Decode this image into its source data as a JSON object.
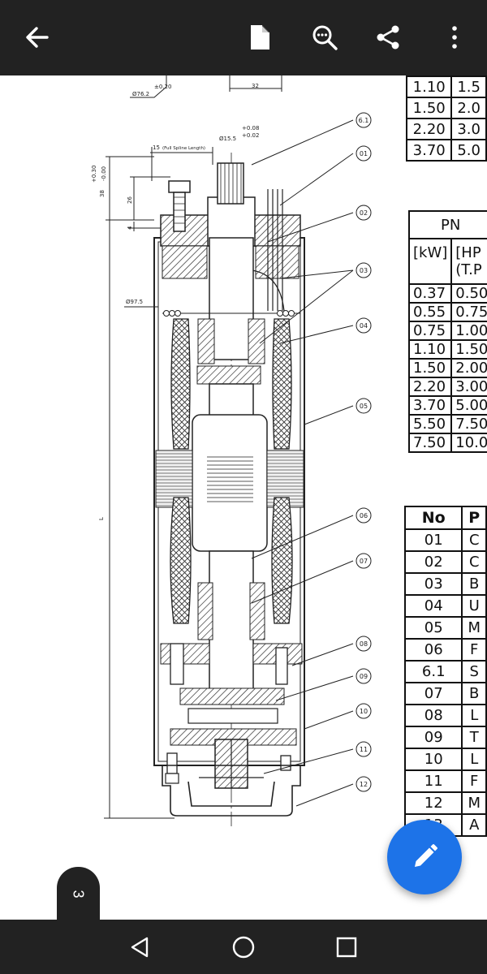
{
  "toolbar": {
    "back_icon": "arrow-left-icon",
    "document_icon": "document-icon",
    "zoom_icon": "zoom-search-icon",
    "share_icon": "share-icon",
    "more_icon": "more-vertical-icon"
  },
  "drawing": {
    "dims": {
      "tol_top": "±0.20",
      "dia_top": "Ø76.2",
      "dim_32": "32",
      "spline_len": "15",
      "spline_note": "(Full Spline Length)",
      "dia_shaft": "Ø15.5",
      "tol_plus": "+0.08",
      "tol_plus2": "+0.02",
      "tol_side_plus": "+0.30",
      "tol_side_38": "38",
      "tol_side_minus": "-0.00",
      "dim_26": "26",
      "dim_4": "4",
      "dia_body": "Ø97.5",
      "len_L": "L"
    },
    "callouts": [
      "6.1",
      "01",
      "02",
      "03",
      "04",
      "05",
      "06",
      "07",
      "08",
      "09",
      "10",
      "11",
      "12"
    ]
  },
  "table_top": {
    "rows": [
      [
        "1.10",
        "1.5"
      ],
      [
        "1.50",
        "2.0"
      ],
      [
        "2.20",
        "3.0"
      ],
      [
        "3.70",
        "5.0"
      ]
    ]
  },
  "table_pn": {
    "header": "PN",
    "unit_kw": "[kW]",
    "unit_hp": "[HP",
    "unit_hp2": "(T.P",
    "rows": [
      [
        "0.37",
        "0.50"
      ],
      [
        "0.55",
        "0.75"
      ],
      [
        "0.75",
        "1.00"
      ],
      [
        "1.10",
        "1.50"
      ],
      [
        "1.50",
        "2.00"
      ],
      [
        "2.20",
        "3.00"
      ],
      [
        "3.70",
        "5.00"
      ],
      [
        "5.50",
        "7.50"
      ],
      [
        "7.50",
        "10.0"
      ]
    ]
  },
  "table_parts": {
    "header_no": "No",
    "header_p": "P",
    "rows": [
      [
        "01",
        "C"
      ],
      [
        "02",
        "C"
      ],
      [
        "03",
        "B"
      ],
      [
        "04",
        "U"
      ],
      [
        "05",
        "M"
      ],
      [
        "06",
        "F"
      ],
      [
        "6.1",
        "S"
      ],
      [
        "07",
        "B"
      ],
      [
        "08",
        "L"
      ],
      [
        "09",
        "T"
      ],
      [
        "10",
        "L"
      ],
      [
        "11",
        "F"
      ],
      [
        "12",
        "M"
      ],
      [
        "13",
        "A"
      ]
    ]
  },
  "fab": {
    "icon": "pencil-edit-icon"
  },
  "page_badge": {
    "label": "3"
  },
  "navbar": {
    "back_icon": "nav-back-triangle-icon",
    "home_icon": "nav-home-circle-icon",
    "recent_icon": "nav-recents-square-icon"
  }
}
